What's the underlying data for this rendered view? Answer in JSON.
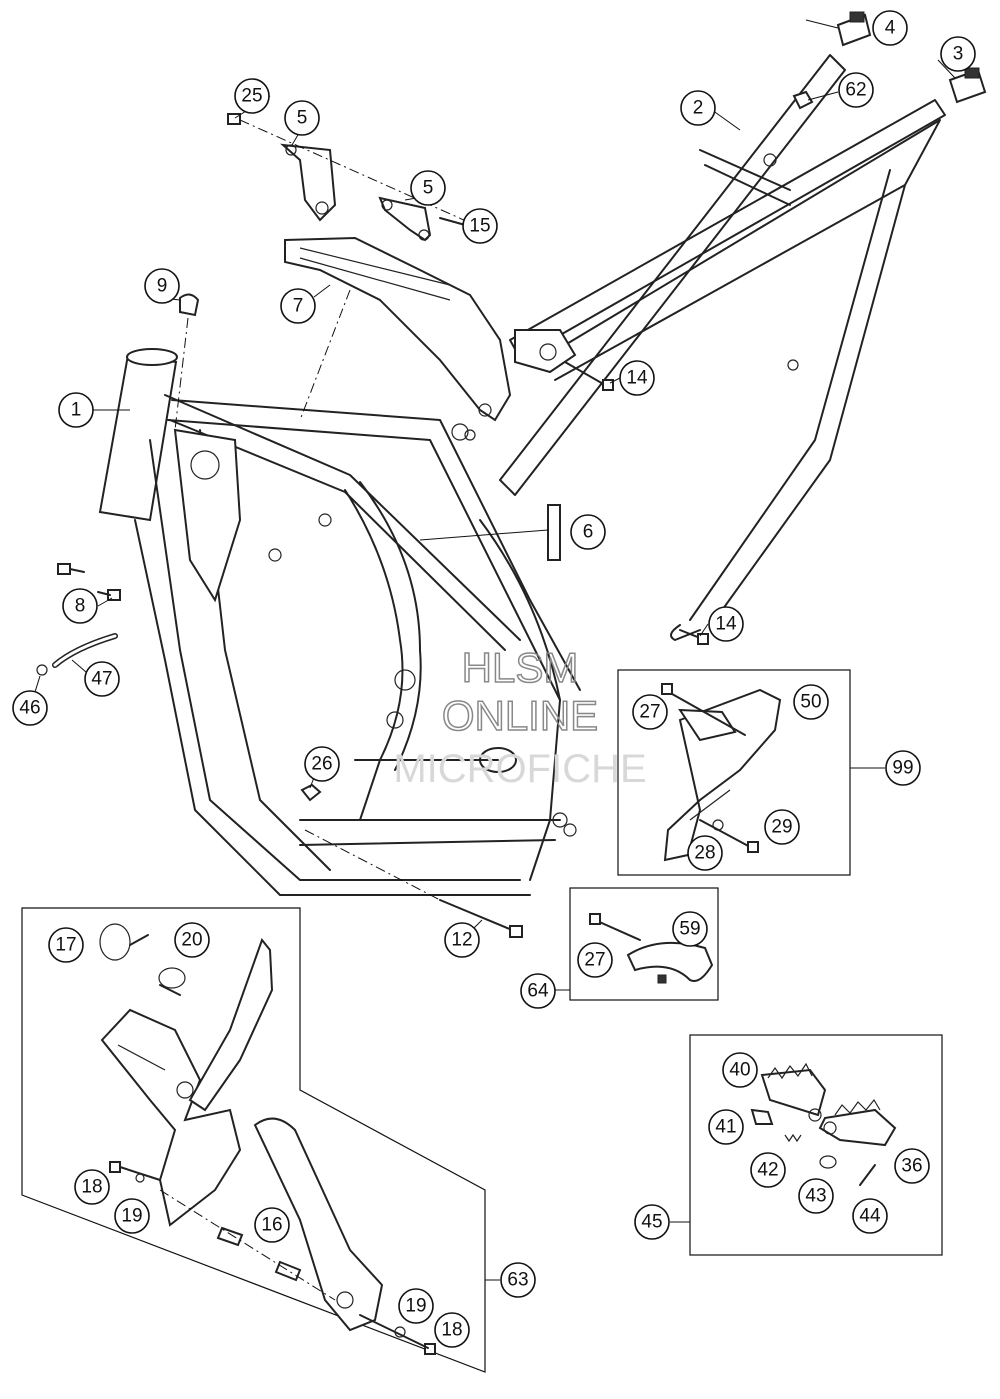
{
  "watermark": {
    "line1": "HLSM",
    "line2": "ONLINE",
    "line3": "MICROFICHE"
  },
  "callouts": {
    "c1": "1",
    "c2": "2",
    "c3": "3",
    "c4": "4",
    "c5a": "5",
    "c5b": "5",
    "c6": "6",
    "c7": "7",
    "c8": "8",
    "c9": "9",
    "c12": "12",
    "c14a": "14",
    "c14b": "14",
    "c15": "15",
    "c16": "16",
    "c17": "17",
    "c18a": "18",
    "c18b": "18",
    "c19a": "19",
    "c19b": "19",
    "c20": "20",
    "c25": "25",
    "c26": "26",
    "c27a": "27",
    "c27b": "27",
    "c28": "28",
    "c29": "29",
    "c36": "36",
    "c40": "40",
    "c41": "41",
    "c42": "42",
    "c43": "43",
    "c44": "44",
    "c45": "45",
    "c46": "46",
    "c47": "47",
    "c50": "50",
    "c59": "59",
    "c62": "62",
    "c63": "63",
    "c64": "64",
    "c99": "99"
  }
}
